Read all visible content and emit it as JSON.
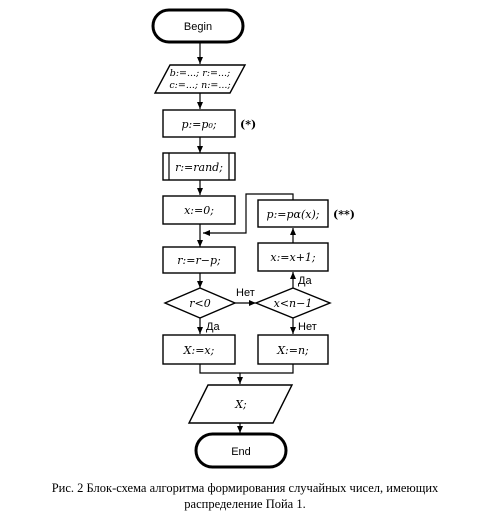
{
  "nodes": {
    "begin": "Begin",
    "input_line1": "b:=...; r:=...;",
    "input_line2": "c:=...; n:=...;",
    "p_init": "p:=p₀;",
    "p_init_mark": "(*)",
    "r_rand": "r:=rand;",
    "x_init": "x:=0;",
    "r_update": "r:=r−p;",
    "cond_r": "r<0",
    "cond_x": "x<n−1",
    "x_incr": "x:=x+1;",
    "p_update": "p:=pα(x);",
    "p_update_mark": "(**)",
    "out_x": "X:=x;",
    "out_n": "X:=n;",
    "output": "X;",
    "end": "End"
  },
  "labels": {
    "no_r": "Нет",
    "yes_r": "Да",
    "yes_x": "Да",
    "no_x": "Нет"
  },
  "caption": {
    "line1": "Рис. 2   Блок-схема алгоритма формирования случайных чисел, имеющих",
    "line2": "распределение Пойа 1."
  }
}
